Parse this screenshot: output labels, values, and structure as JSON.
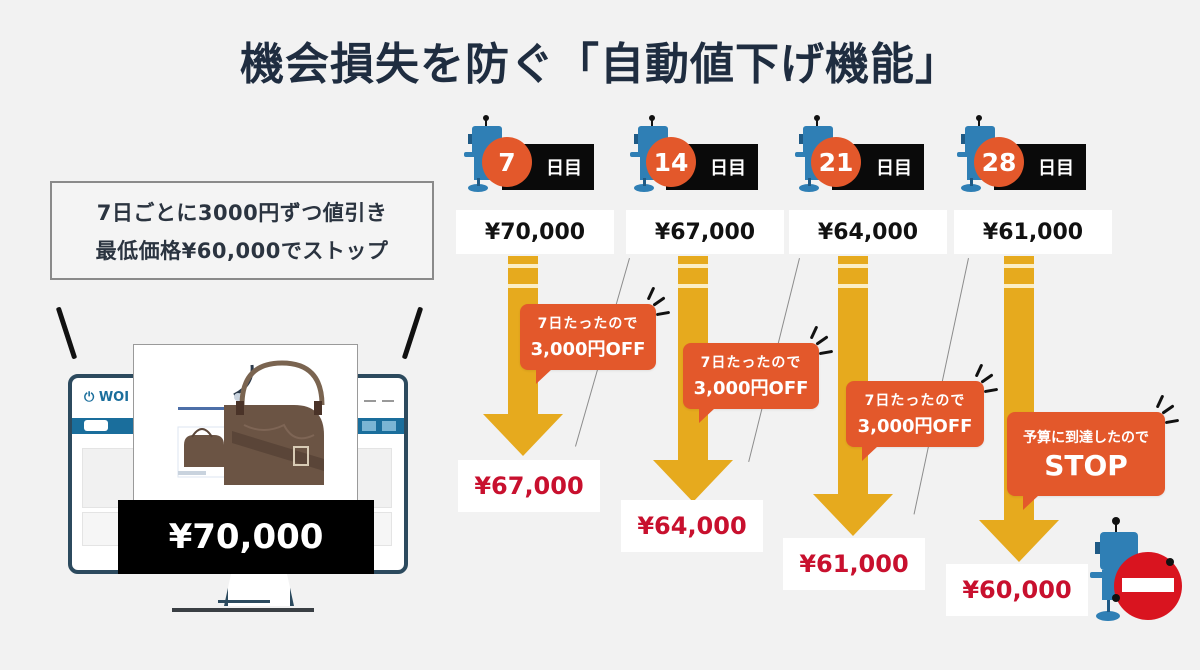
{
  "title": "機会損失を防ぐ「自動値下げ機能」",
  "rule": {
    "line1": "7日ごとに3000円ずつ値引き",
    "line2": "最低価格¥60,000でストップ"
  },
  "monitor": {
    "logo_text": "WOI",
    "price": "¥70,000"
  },
  "day_suffix": "日目",
  "steps": [
    {
      "day": "7",
      "start_price": "¥70,000",
      "bubble_line1": "7日たったので",
      "bubble_line2": "3,000円OFF",
      "end_price": "¥67,000"
    },
    {
      "day": "14",
      "start_price": "¥67,000",
      "bubble_line1": "7日たったので",
      "bubble_line2": "3,000円OFF",
      "end_price": "¥64,000"
    },
    {
      "day": "21",
      "start_price": "¥64,000",
      "bubble_line1": "7日たったので",
      "bubble_line2": "3,000円OFF",
      "end_price": "¥61,000"
    },
    {
      "day": "28",
      "start_price": "¥61,000",
      "bubble_line1": "予算に到達したので",
      "bubble_line2": "STOP",
      "end_price": "¥60,000"
    }
  ],
  "colors": {
    "accent_orange": "#e3582b",
    "arrow_yellow": "#e6aa1e",
    "price_red": "#c8102e",
    "title_navy": "#1f2d40",
    "robot_blue": "#2f7fb5",
    "stop_red": "#d9141f"
  },
  "icons": {
    "robot": "robot-icon",
    "stop_sign": "no-entry-icon",
    "handbag": "handbag-icon"
  }
}
